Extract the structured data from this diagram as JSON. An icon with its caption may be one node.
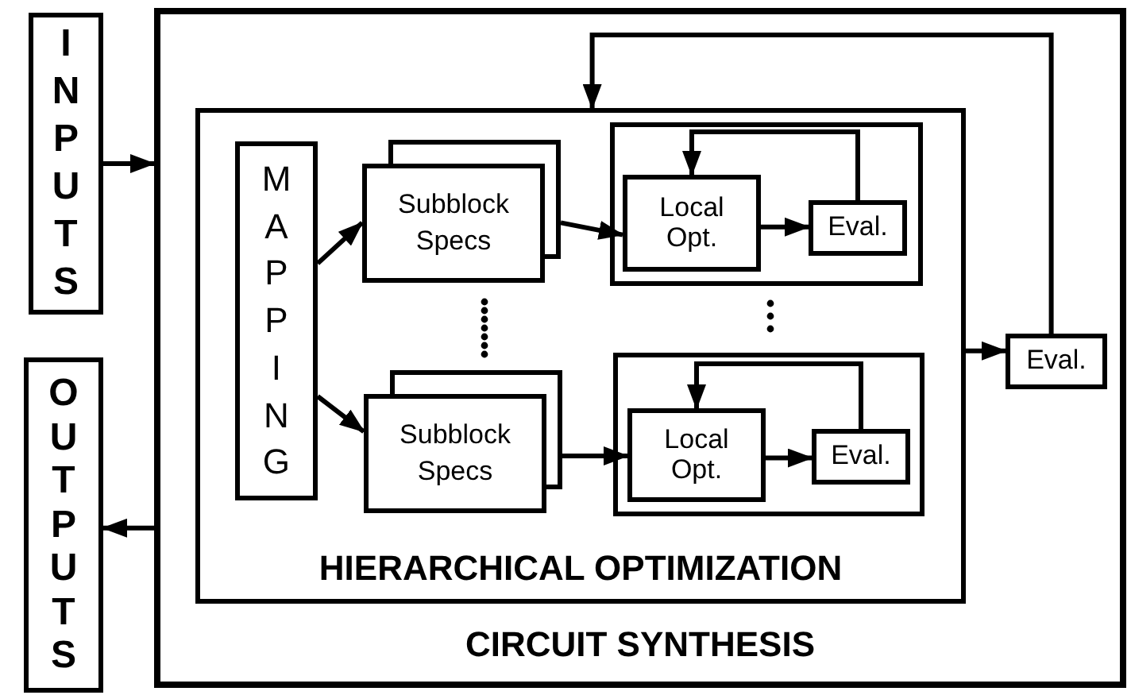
{
  "diagram": {
    "nodes": [
      {
        "text": [
          "INPUTS"
        ]
      },
      {
        "text": [
          "OUTPUTS"
        ]
      },
      {
        "text": [
          "CIRCUIT SYNTHESIS"
        ]
      },
      {
        "text": [
          "HIERARCHICAL OPTIMIZATION"
        ],
        "in": 2
      },
      {
        "text": [
          "MAPPING"
        ],
        "in": 3
      },
      {
        "text": [
          "Subblock Specs"
        ],
        "in": 3
      },
      {
        "text": [],
        "shape": "box",
        "in": 3
      },
      {
        "text": [
          "Local Opt."
        ],
        "in": 6
      },
      {
        "text": [
          "Eval."
        ],
        "in": 6
      },
      {
        "text": [
          "Subblock Specs"
        ],
        "in": 3
      },
      {
        "text": [],
        "shape": "box",
        "in": 3
      },
      {
        "text": [
          "Local Opt."
        ],
        "in": 10
      },
      {
        "text": [
          "Eval."
        ],
        "in": 10
      },
      {
        "text": [
          "Eval."
        ],
        "in": 2
      }
    ],
    "edges": [
      {
        "from": 0,
        "to": 2,
        "arrow": "to"
      },
      {
        "from": 2,
        "to": 1,
        "arrow": "to"
      },
      {
        "from": 13,
        "to": 3,
        "arrow": "to"
      },
      {
        "from": 4,
        "to": 5,
        "arrow": "to"
      },
      {
        "from": 5,
        "to": 7,
        "arrow": "to"
      },
      {
        "from": 8,
        "to": 7,
        "arrow": "to"
      },
      {
        "from": 7,
        "to": 8,
        "arrow": "to"
      },
      {
        "from": 4,
        "to": 9,
        "arrow": "to"
      },
      {
        "from": 9,
        "to": 11,
        "arrow": "to"
      },
      {
        "from": 12,
        "to": 11,
        "arrow": "to"
      },
      {
        "from": 11,
        "to": 12,
        "arrow": "to"
      },
      {
        "from": 3,
        "to": 13,
        "arrow": "to"
      }
    ]
  }
}
